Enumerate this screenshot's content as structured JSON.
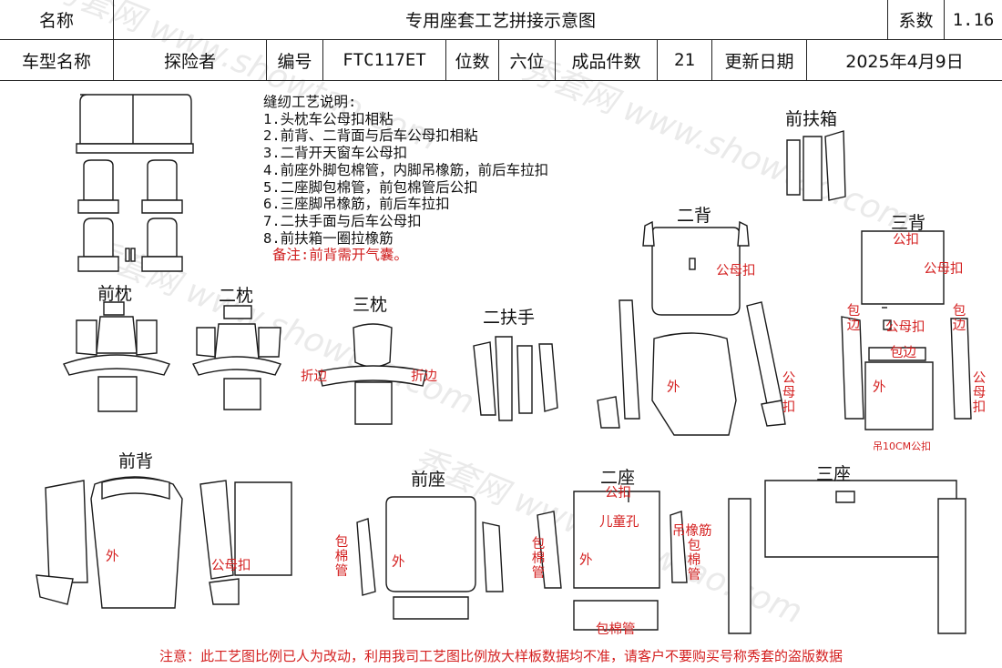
{
  "header": {
    "name_label": "名称",
    "title": "专用座套工艺拼接示意图",
    "coef_label": "系数",
    "coef_value": "1.16",
    "model_label": "车型名称",
    "model_value": "探险者",
    "code_label": "编号",
    "code_value": "FTC117ET",
    "seats_label": "位数",
    "seats_value": "六位",
    "pieces_label": "成品件数",
    "pieces_value": "21",
    "date_label": "更新日期",
    "date_value": "2025年4月9日"
  },
  "notes": {
    "title": "缝纫工艺说明:",
    "items": [
      "1.头枕车公母扣相粘",
      "2.前背、二背面与后车公母扣相粘",
      "3.二背开天窗车公母扣",
      "4.前座外脚包棉管，内脚吊橡筋，前后车拉扣",
      "5.二座脚包棉管，前包棉管后公扣",
      "6.三座脚吊橡筋，前后车拉扣",
      "7.二扶手面与后车公母扣",
      "8.前扶箱一圈拉橡筋"
    ],
    "remark": "备注:前背需开气囊。"
  },
  "sections": {
    "front_box": "前扶箱",
    "second_back": "二背",
    "third_back": "三背",
    "front_pillow": "前枕",
    "second_pillow": "二枕",
    "third_pillow": "三枕",
    "second_armrest": "二扶手",
    "front_back": "前背",
    "front_seat": "前座",
    "second_seat": "二座",
    "third_seat": "三座"
  },
  "annotations": {
    "male_female": "公母扣",
    "male": "公扣",
    "outer": "外",
    "wrap": "包边",
    "fold": "折边",
    "child_hole": "儿童孔",
    "elastic": "吊橡筋",
    "foam_tube": "包棉管",
    "hang_10cm": "吊10CM公扣"
  },
  "footer": "注意：此工艺图比例已人为改动，利用我司工艺图比例放大样板数据均不准，请客户不要购买号称秀套的盗版数据",
  "watermark": "秀套网 www.showtao.com"
}
